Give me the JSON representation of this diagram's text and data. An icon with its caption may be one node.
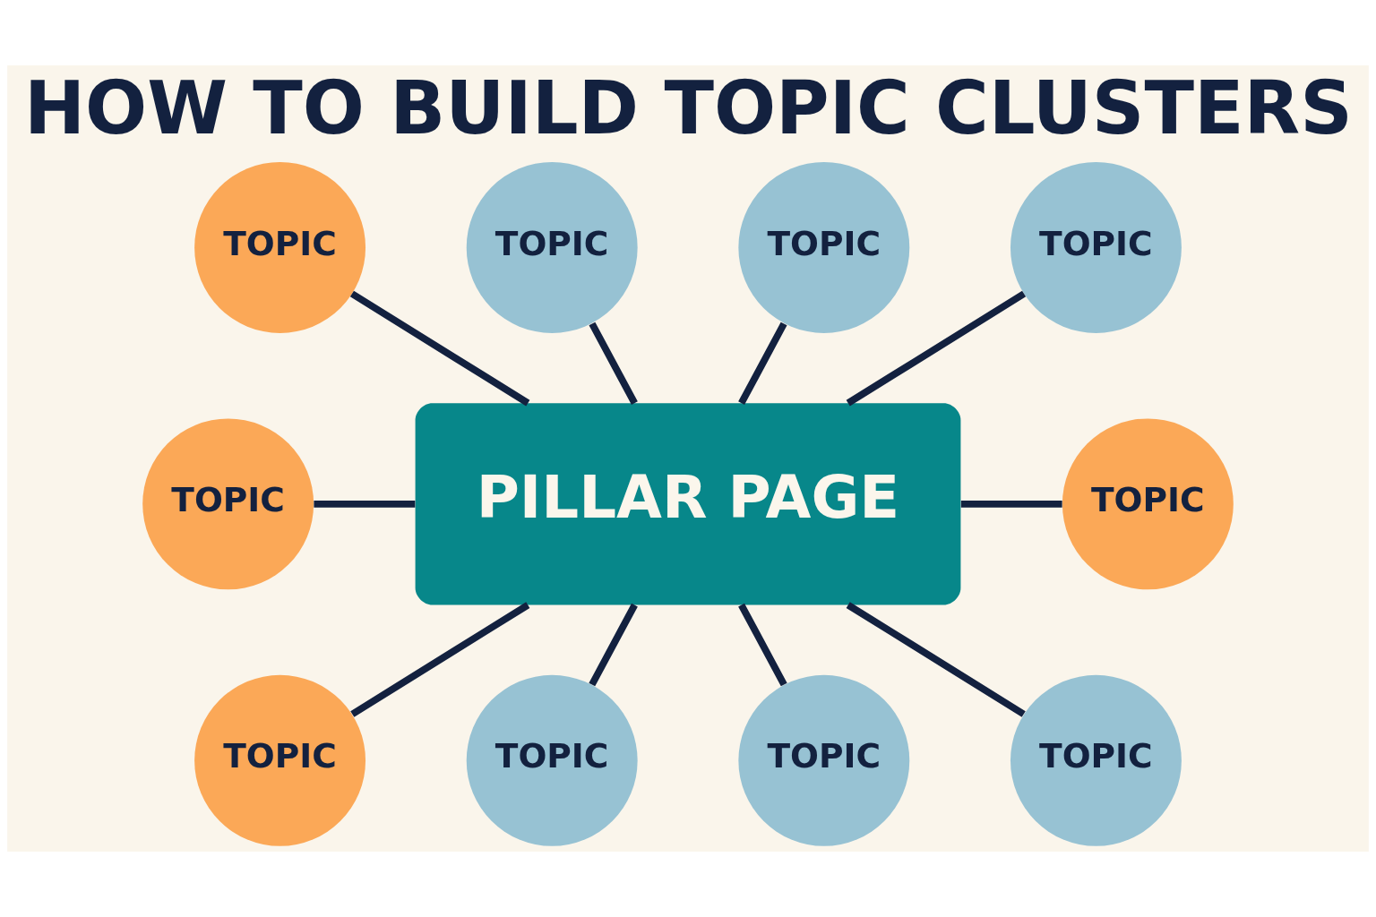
{
  "diagram": {
    "title": "HOW TO BUILD TOPIC CLUSTERS",
    "nodes": [
      {
        "text": [
          "TOPIC"
        ]
      },
      {
        "text": [
          "TOPIC"
        ]
      },
      {
        "text": [
          "TOPIC"
        ]
      },
      {
        "text": [
          "TOPIC"
        ]
      },
      {
        "text": [
          "TOPIC"
        ]
      },
      {
        "text": [
          "PILLAR PAGE"
        ]
      },
      {
        "text": [
          "TOPIC"
        ]
      },
      {
        "text": [
          "TOPIC"
        ]
      },
      {
        "text": [
          "TOPIC"
        ]
      },
      {
        "text": [
          "TOPIC"
        ]
      },
      {
        "text": [
          "TOPIC"
        ]
      }
    ],
    "edges": [
      {
        "from": 0,
        "to": 5,
        "arrow": "none"
      },
      {
        "from": 1,
        "to": 5,
        "arrow": "none"
      },
      {
        "from": 2,
        "to": 5,
        "arrow": "none"
      },
      {
        "from": 3,
        "to": 5,
        "arrow": "none"
      },
      {
        "from": 4,
        "to": 5,
        "arrow": "none"
      },
      {
        "from": 5,
        "to": 6,
        "arrow": "none"
      },
      {
        "from": 5,
        "to": 7,
        "arrow": "none"
      },
      {
        "from": 5,
        "to": 8,
        "arrow": "none"
      },
      {
        "from": 5,
        "to": 9,
        "arrow": "none"
      },
      {
        "from": 5,
        "to": 10,
        "arrow": "none"
      }
    ]
  }
}
